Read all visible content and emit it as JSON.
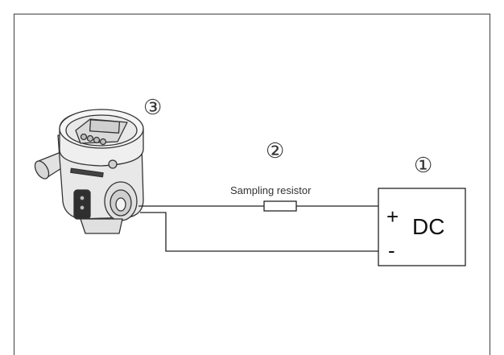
{
  "labels": {
    "marker_device": "③",
    "marker_resistor": "②",
    "marker_supply": "①",
    "resistor_caption": "Sampling resistor",
    "supply_plus": "+",
    "supply_text": "DC",
    "supply_minus": "-"
  },
  "colors": {
    "line": "#222222",
    "frame": "#555555",
    "device_body": "#e6e6e6",
    "device_outline": "#333333"
  }
}
